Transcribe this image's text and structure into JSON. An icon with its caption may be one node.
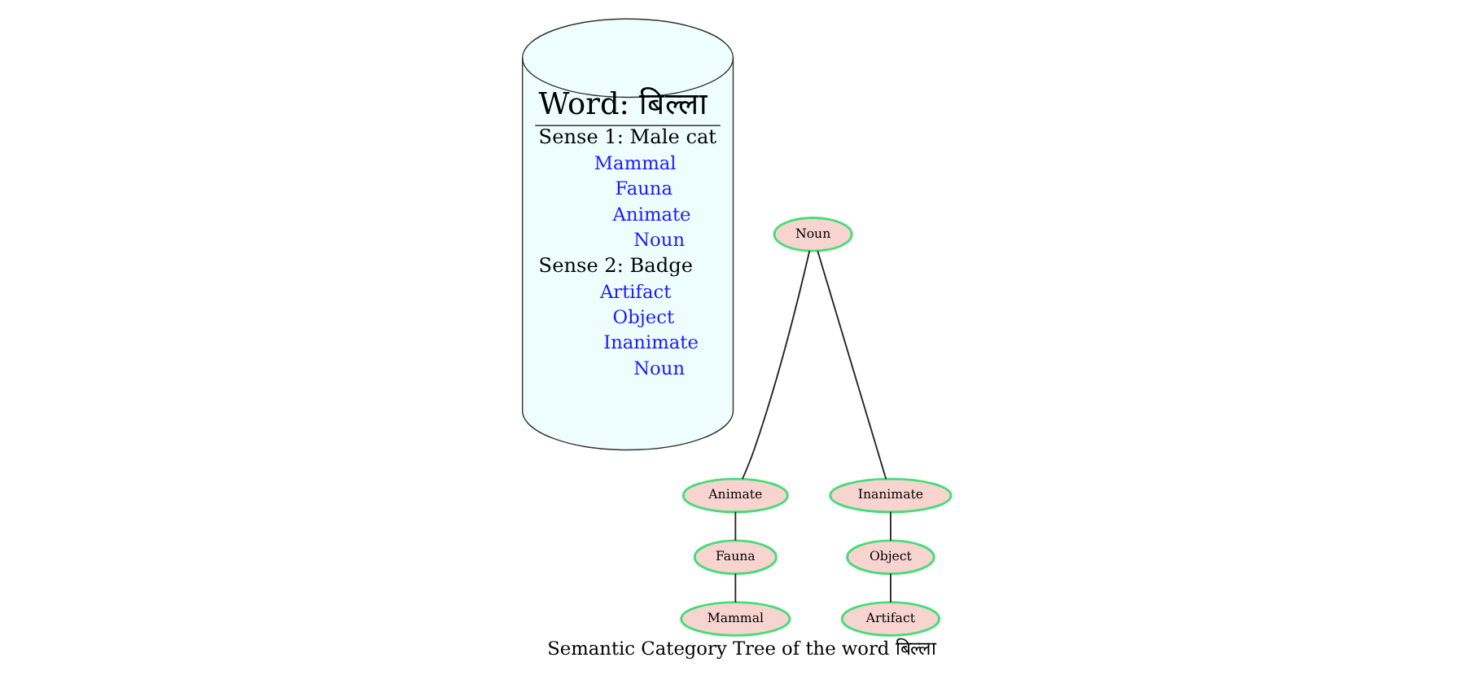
{
  "diagram": {
    "caption": "Semantic Category Tree of the word बिल्ला",
    "nodes": [
      {
        "text": [
          "Word: बिल्ला",
          "Sense 1: Male cat",
          "Mammal",
          "Fauna",
          "Animate",
          "Noun",
          "Sense 2: Badge",
          "Artifact",
          "Object",
          "Inanimate",
          "Noun"
        ]
      },
      {
        "text": [
          "Noun"
        ]
      },
      {
        "text": [
          "Animate"
        ]
      },
      {
        "text": [
          "Inanimate"
        ]
      },
      {
        "text": [
          "Fauna"
        ]
      },
      {
        "text": [
          "Object"
        ]
      },
      {
        "text": [
          "Mammal"
        ]
      },
      {
        "text": [
          "Artifact"
        ]
      }
    ],
    "edges": [
      {
        "from": 1,
        "to": 2,
        "arrow": "none"
      },
      {
        "from": 1,
        "to": 3,
        "arrow": "none"
      },
      {
        "from": 2,
        "to": 4,
        "arrow": "none"
      },
      {
        "from": 3,
        "to": 5,
        "arrow": "none"
      },
      {
        "from": 4,
        "to": 6,
        "arrow": "none"
      },
      {
        "from": 5,
        "to": 7,
        "arrow": "none"
      }
    ]
  }
}
